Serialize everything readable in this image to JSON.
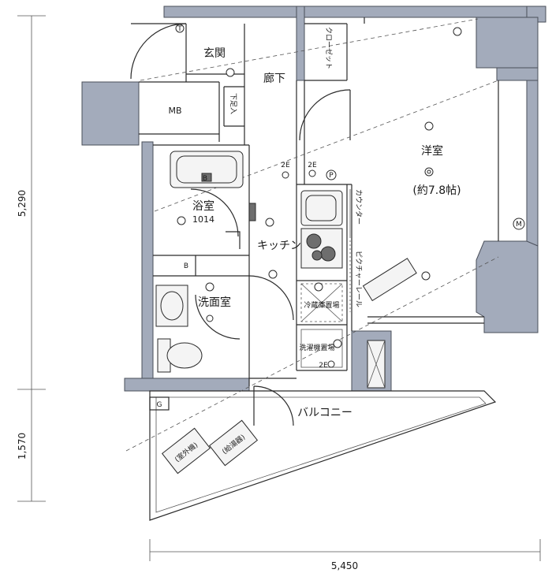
{
  "rooms": {
    "genkan": "玄関",
    "rouka": "廊下",
    "mb": "MB",
    "geta": "下足入",
    "closet": "クローゼット",
    "yoshitsu": "洋室",
    "yoshitsu_size": "(約7.8帖)",
    "yokushitsu": "浴室",
    "yokushitsu_size": "1014",
    "kitchen": "キッチン",
    "senmen": "洗面室",
    "balcony": "バルコニー",
    "counter": "カウンター",
    "shelf": "ピクチャーレール",
    "reizouko": "冷蔵庫置場",
    "sentakuki": "洗濯機置場",
    "aircon1": "(室外機)",
    "aircon2": "(給湯器)"
  },
  "symbols": {
    "gas": "G",
    "breaker": "B",
    "meter": "M",
    "phone": "T",
    "outlet_2e": "2E",
    "outlet_2e_b": "2E",
    "outlet_2e_c": "2E",
    "p_mark": "P",
    "b_mark": "B"
  },
  "dimensions": {
    "height_upper": "5,290",
    "height_lower": "1,570",
    "width": "5,450"
  }
}
